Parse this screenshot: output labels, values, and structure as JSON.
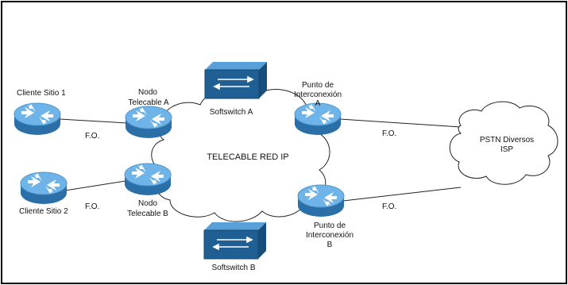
{
  "colors": {
    "router_top": "#6fb4e8",
    "router_side": "#2a6fa8",
    "switch_top": "#3c86c4",
    "switch_front": "#1f5f93",
    "line": "#222222",
    "frame": "#000000"
  },
  "nodes": {
    "cliente1": {
      "label": "Cliente Sitio 1",
      "icon": "router-icon"
    },
    "cliente2": {
      "label": "Cliente Sitio 2",
      "icon": "router-icon"
    },
    "nodoA": {
      "label_lines": [
        "Nodo",
        "Telecable A"
      ],
      "icon": "router-icon"
    },
    "nodoB": {
      "label_lines": [
        "Nodo",
        "Telecable B"
      ],
      "icon": "router-icon"
    },
    "puntoA": {
      "label_lines": [
        "Punto de",
        "Interconexión",
        "A"
      ],
      "icon": "router-icon"
    },
    "puntoB": {
      "label_lines": [
        "Punto de",
        "Interconexión",
        "B"
      ],
      "icon": "router-icon"
    },
    "softswitchA": {
      "label": "Softswitch A",
      "icon": "switch-icon"
    },
    "softswitchB": {
      "label": "Softswitch B",
      "icon": "switch-icon"
    },
    "red_ip": {
      "label": "TELECABLE RED IP"
    },
    "pstn": {
      "label_lines": [
        "PSTN Diversos",
        "ISP"
      ]
    }
  },
  "links": {
    "fo1": "F.O.",
    "fo2": "F.O.",
    "fo3": "F.O.",
    "fo4": "F.O."
  }
}
